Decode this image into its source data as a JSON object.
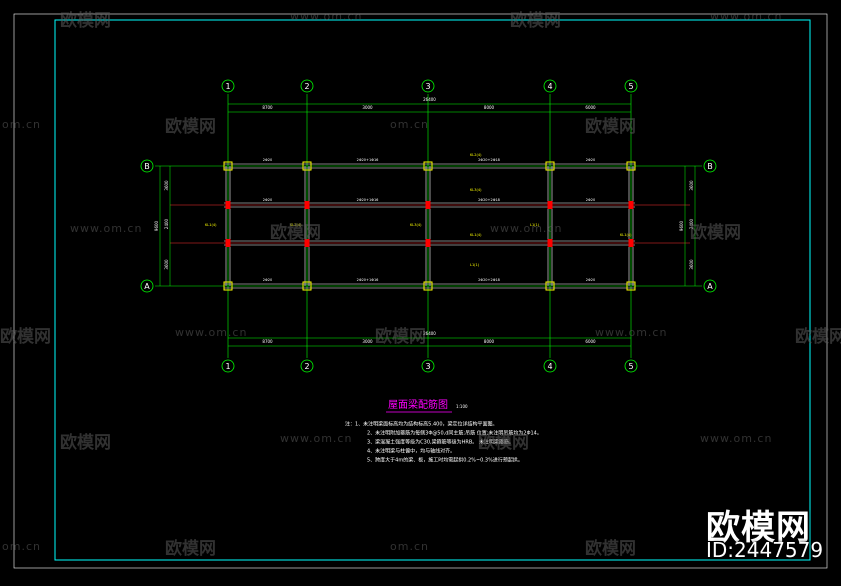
{
  "drawing": {
    "title": "屋面梁配筋图",
    "scale": "1:100",
    "grid_x_labels": [
      "1",
      "2",
      "3",
      "4",
      "5"
    ],
    "grid_y_labels": [
      "B",
      "A"
    ],
    "notes": [
      "注：1、未注明梁面标高均为结构标高5.400，梁定位详结构平面图。",
      "2、未注明附加箍筋为每侧3Φ@50,d同主筋;吊筋  位置;未注明吊筋均为2Φ14。",
      "3、梁混凝土强度等级为C30,梁箍筋等级为HRB。  未注明梁箍筋。",
      "4、未注明梁与柱偏中，均与轴线对齐。",
      "5、跨度大于4m的梁、板，施工时均需起拱0.2%~0.3%进行预起拱。"
    ],
    "span_dims": [
      "8700",
      "3000",
      "8000",
      "6000"
    ],
    "total_dim": "26400",
    "side_dims": [
      "3600",
      "2400",
      "3600"
    ],
    "side_total": "9600",
    "beam_labels": [
      "2Φ20",
      "2Φ20+1Φ16",
      "2Φ20+2Φ18",
      "2Φ20"
    ],
    "tags": [
      "KL1(4)",
      "KL2(4)",
      "KL3(4)",
      "L1(1)"
    ]
  },
  "watermarks": {
    "logo": "欧模网",
    "url": "www.om.cn",
    "url_short": "om.cn"
  },
  "branding": {
    "name": "欧模网",
    "id": "ID:2447579"
  },
  "colors": {
    "frame": "#00ffff",
    "grid": "#00ff00",
    "beam": "#ffffff",
    "column": "#ffff00",
    "column_red": "#ff0000",
    "title": "#ff00ff",
    "annot": "#ffff00",
    "note": "#ffffff"
  }
}
